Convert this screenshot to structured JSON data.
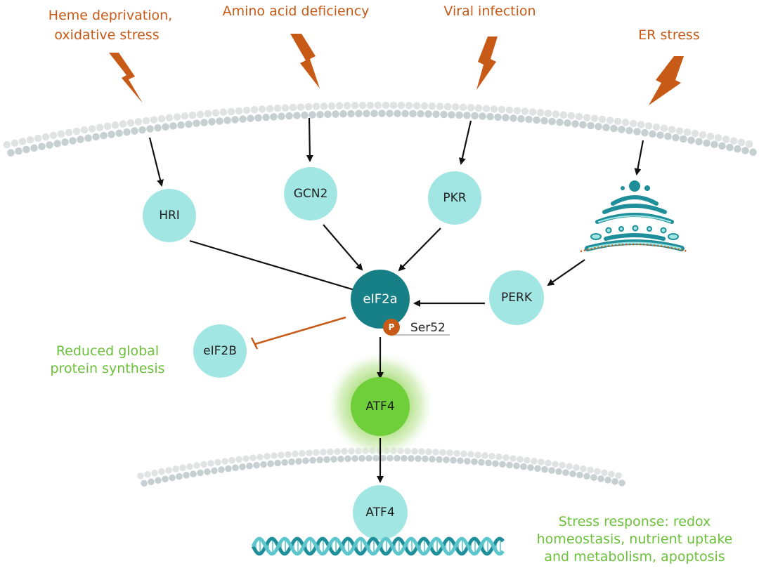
{
  "stressors": {
    "heme": [
      "Heme deprivation,",
      "oxidative stress"
    ],
    "amino": "Amino acid deficiency",
    "viral": "Viral infection",
    "er": "ER stress"
  },
  "kinases": {
    "hri": "HRI",
    "gcn2": "GCN2",
    "pkr": "PKR",
    "perk": "PERK"
  },
  "eif2a": "eIF2a",
  "phospho": {
    "badge": "P",
    "site": "Ser52"
  },
  "eif2b": "eIF2B",
  "reduced": [
    "Reduced global",
    "protein synthesis"
  ],
  "atf4_cytoplasm": "ATF4",
  "atf4_nucleus": "ATF4",
  "outcome": [
    "Stress response: redox",
    "homeostasis, nutrient uptake",
    "and metabolism, apoptosis"
  ],
  "colors": {
    "stress_orange": "#c85a17",
    "kinase_fill": "#a2e6e4",
    "eif2a_fill": "#177f86",
    "atf4_fill": "#6fcf3a",
    "outcome_green": "#6cc13a",
    "membrane_dots": "#c9d1d3",
    "dna_teal": "#1e8f9a"
  }
}
